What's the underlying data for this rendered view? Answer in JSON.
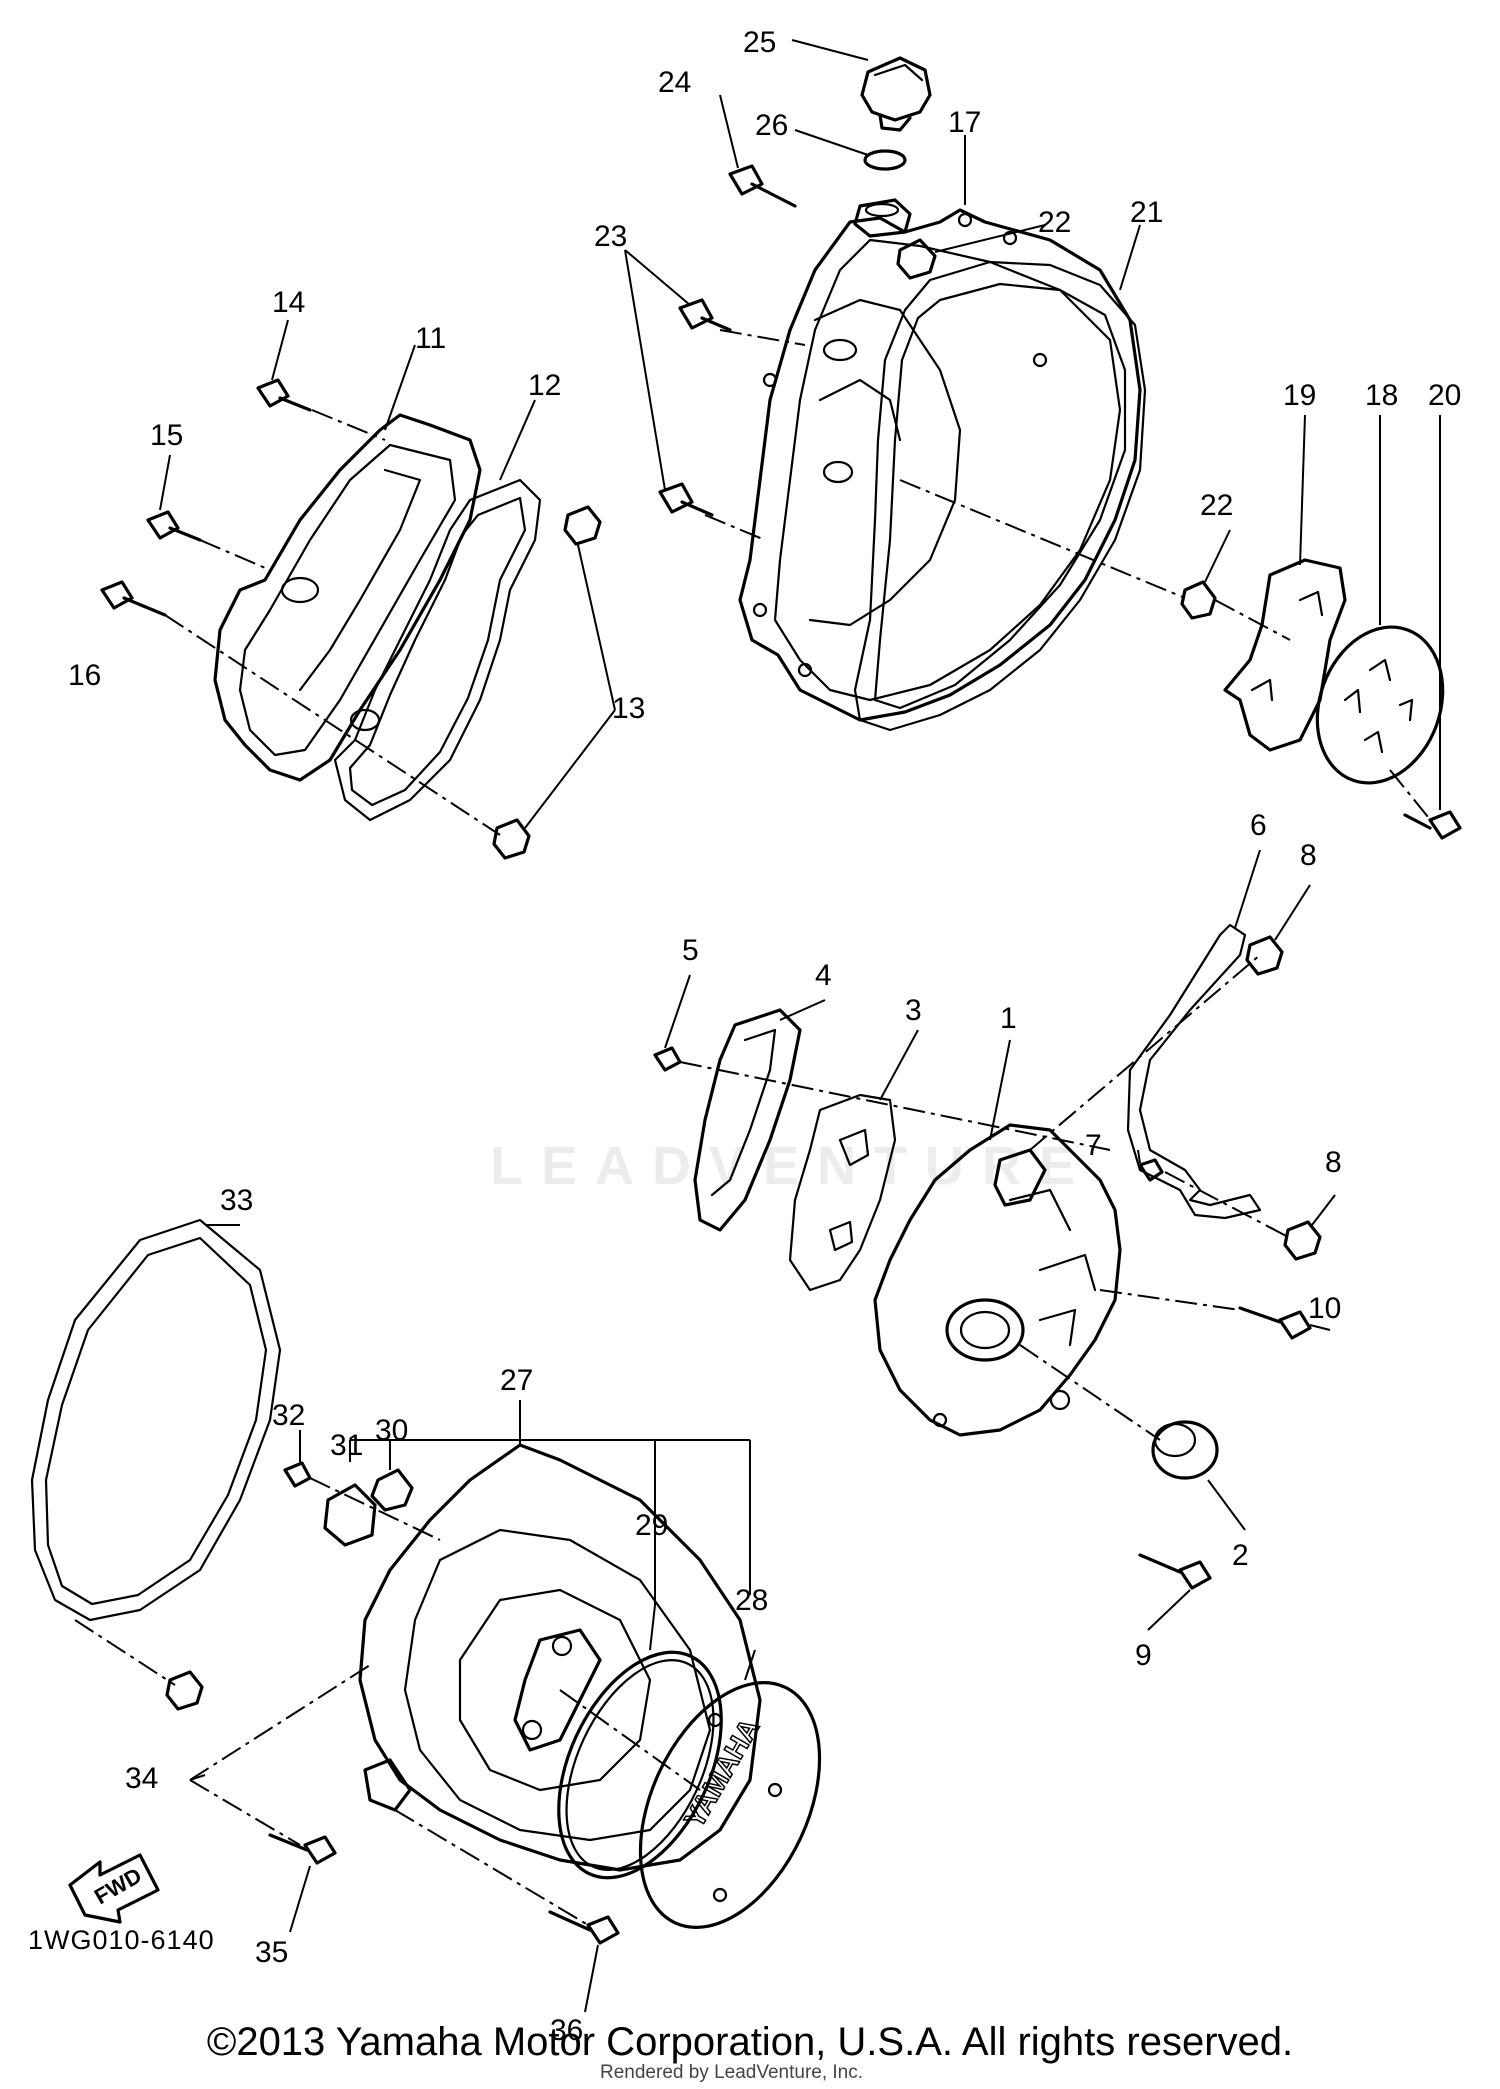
{
  "diagram": {
    "code": "1WG010-6140",
    "copyright": "©2013 Yamaha Motor Corporation, U.S.A. All rights reserved.",
    "render_credit": "Rendered by LeadVenture, Inc.",
    "watermark": "LEADVENTURE",
    "fwd_label": "FWD",
    "cover_brand": "YAMAHA",
    "callouts": [
      "1",
      "2",
      "3",
      "4",
      "5",
      "6",
      "7",
      "8",
      "9",
      "10",
      "11",
      "12",
      "13",
      "14",
      "15",
      "16",
      "17",
      "18",
      "19",
      "20",
      "21",
      "22",
      "23",
      "24",
      "25",
      "26",
      "27",
      "28",
      "29",
      "30",
      "31",
      "32",
      "33",
      "34",
      "35",
      "36"
    ],
    "colors": {
      "line": "#000000",
      "background": "#ffffff",
      "watermark": "#ececec"
    }
  }
}
